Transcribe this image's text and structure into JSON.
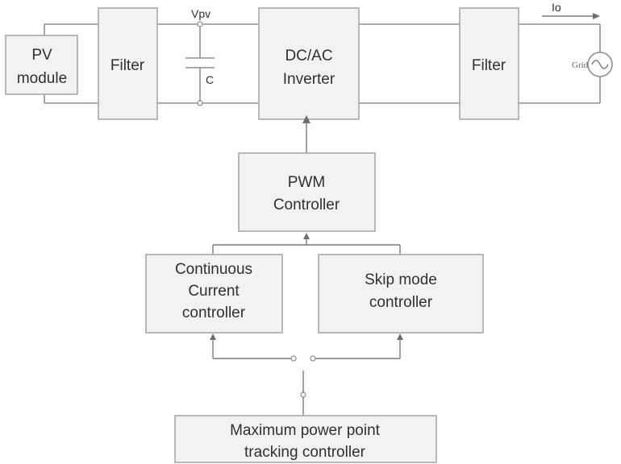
{
  "blocks": {
    "pv_module": {
      "line1": "PV",
      "line2": "module"
    },
    "filter_in": {
      "label": "Filter"
    },
    "inverter": {
      "line1": "DC/AC",
      "line2": "Inverter"
    },
    "filter_out": {
      "label": "Filter"
    },
    "pwm": {
      "line1": "PWM",
      "line2": "Controller"
    },
    "continuous": {
      "line1": "Continuous",
      "line2": "Current",
      "line3": "controller"
    },
    "skip": {
      "line1": "Skip mode",
      "line2": "controller"
    },
    "mppt": {
      "line1": "Maximum power point",
      "line2": "tracking controller"
    }
  },
  "labels": {
    "vpv": "Vpv",
    "capacitor": "C",
    "io": "Io",
    "grid": "Grid"
  }
}
